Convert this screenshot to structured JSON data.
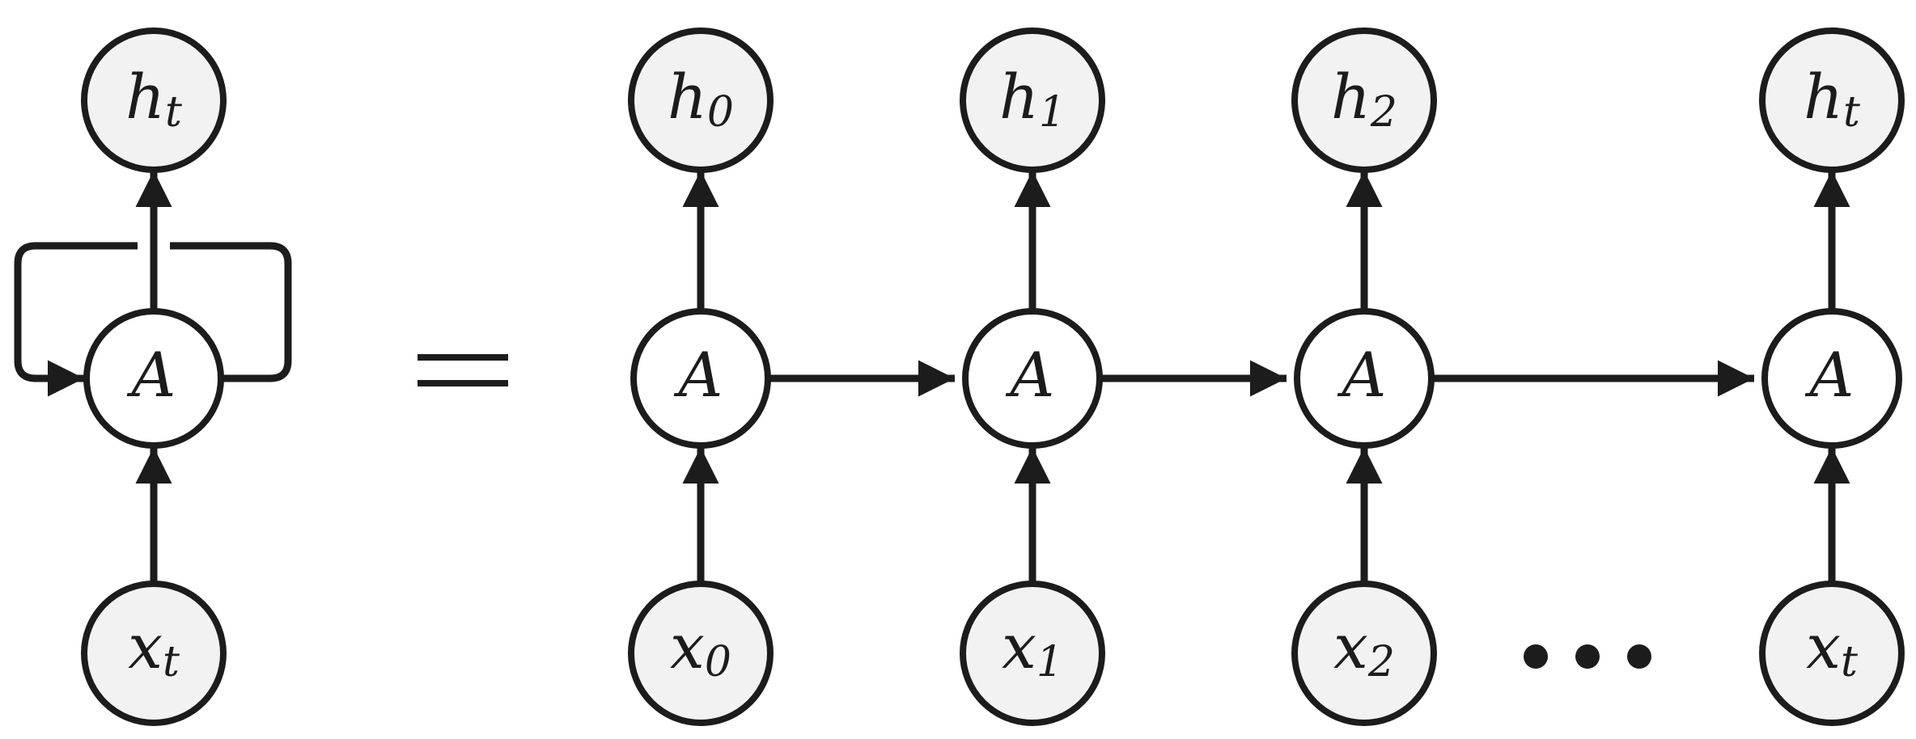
{
  "colors": {
    "stroke": "#1c1c1c",
    "io_fill": "#f2f2f2",
    "cell_fill": "#ffffff"
  },
  "folded": {
    "output": {
      "base": "h",
      "sub": "t"
    },
    "cell": "A",
    "input": {
      "base": "x",
      "sub": "t"
    }
  },
  "equals": "=",
  "unrolled": [
    {
      "output": {
        "base": "h",
        "sub": "0"
      },
      "cell": "A",
      "input": {
        "base": "x",
        "sub": "0"
      }
    },
    {
      "output": {
        "base": "h",
        "sub": "1"
      },
      "cell": "A",
      "input": {
        "base": "x",
        "sub": "1"
      }
    },
    {
      "output": {
        "base": "h",
        "sub": "2"
      },
      "cell": "A",
      "input": {
        "base": "x",
        "sub": "2"
      }
    },
    {
      "output": {
        "base": "h",
        "sub": "t"
      },
      "cell": "A",
      "input": {
        "base": "x",
        "sub": "t"
      }
    }
  ],
  "ellipsis": "..."
}
